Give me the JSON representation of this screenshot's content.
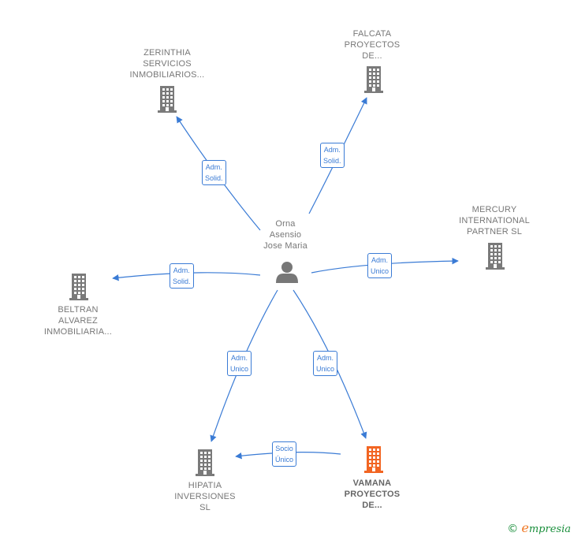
{
  "colors": {
    "edge": "#3a7bd5",
    "building": "#7a7a7a",
    "building_focus": "#f26522",
    "person": "#777777"
  },
  "person": {
    "lines": [
      "Orna",
      "Asensio",
      "Jose Maria"
    ]
  },
  "companies": [
    {
      "id": "zerinthia",
      "lines": [
        "ZERINTHIA",
        "SERVICIOS",
        "INMOBILIARIOS..."
      ],
      "focus": false
    },
    {
      "id": "falcata",
      "lines": [
        "FALCATA",
        "PROYECTOS",
        "DE..."
      ],
      "focus": false
    },
    {
      "id": "mercury",
      "lines": [
        "MERCURY",
        "INTERNATIONAL",
        "PARTNER SL"
      ],
      "focus": false
    },
    {
      "id": "beltran",
      "lines": [
        "BELTRAN",
        "ALVAREZ",
        "INMOBILIARIA..."
      ],
      "focus": false
    },
    {
      "id": "hipatia",
      "lines": [
        "HIPATIA",
        "INVERSIONES",
        "SL"
      ],
      "focus": false
    },
    {
      "id": "vamana",
      "lines": [
        "VAMANA",
        "PROYECTOS",
        "DE..."
      ],
      "focus": true
    }
  ],
  "relations": [
    {
      "from": "person",
      "to": "zerinthia",
      "lines": [
        "Adm.",
        "Solid."
      ]
    },
    {
      "from": "person",
      "to": "falcata",
      "lines": [
        "Adm.",
        "Solid."
      ]
    },
    {
      "from": "person",
      "to": "mercury",
      "lines": [
        "Adm.",
        "Unico"
      ]
    },
    {
      "from": "person",
      "to": "beltran",
      "lines": [
        "Adm.",
        "Solid."
      ]
    },
    {
      "from": "person",
      "to": "hipatia",
      "lines": [
        "Adm.",
        "Unico"
      ]
    },
    {
      "from": "person",
      "to": "vamana",
      "lines": [
        "Adm.",
        "Unico"
      ]
    },
    {
      "from": "vamana",
      "to": "hipatia",
      "lines": [
        "Socio",
        "Único"
      ]
    }
  ],
  "footer": {
    "copyright": "©",
    "brand_initial": "e",
    "brand_rest": "mpresia"
  }
}
